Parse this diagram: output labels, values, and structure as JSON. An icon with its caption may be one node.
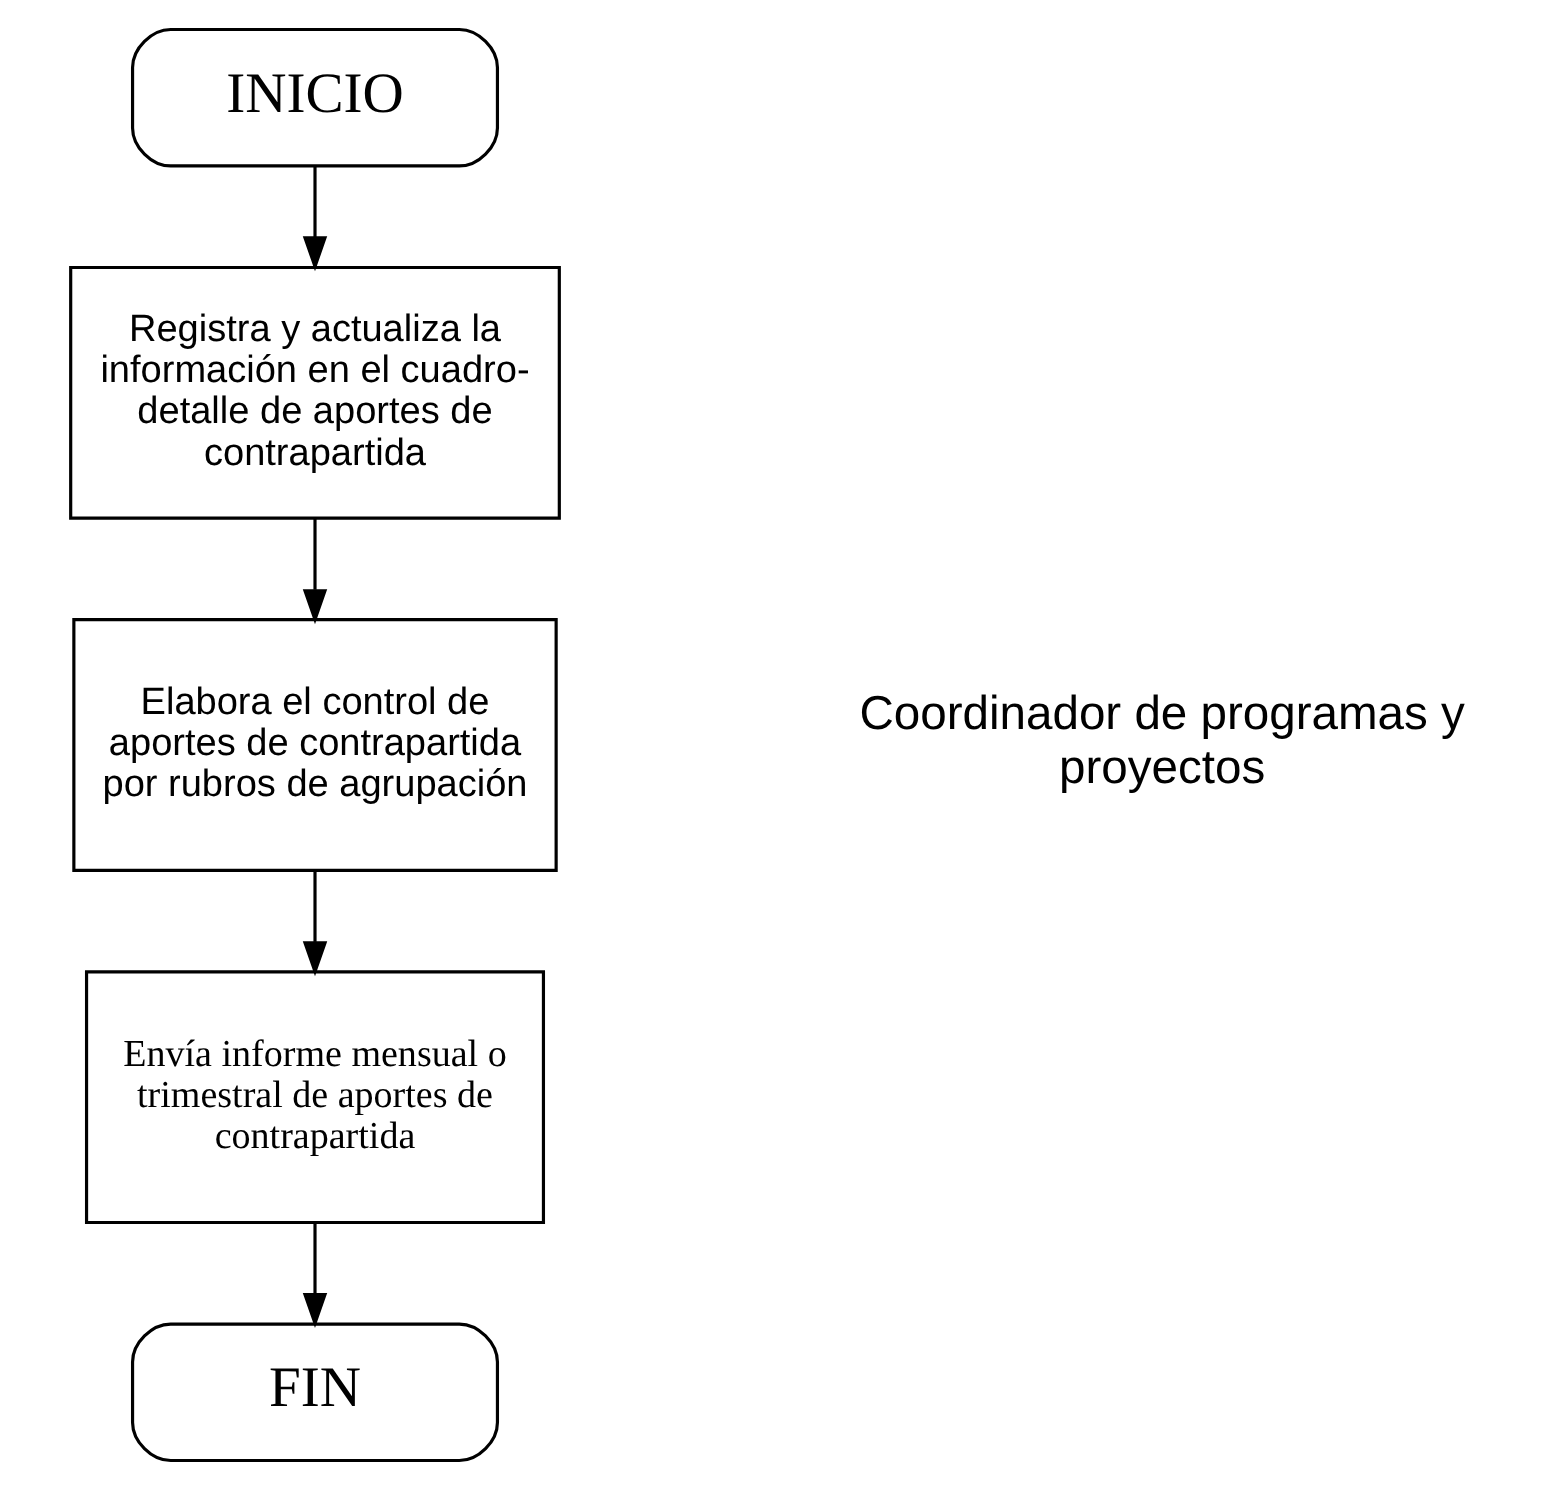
{
  "diagram": {
    "nodes": [
      {
        "text": [
          "INICIO"
        ]
      },
      {
        "text": [
          "Registra y actualiza la información en el cuadro-detalle de aportes de contrapartida"
        ]
      },
      {
        "text": [
          "Elabora el control de aportes de contrapartida por rubros de agrupación"
        ]
      },
      {
        "text": [
          "Envía informe mensual o trimestral de aportes de contrapartida"
        ]
      },
      {
        "text": [
          "FIN"
        ]
      }
    ],
    "edges": [
      {
        "from": 0,
        "to": 1,
        "arrow": "to"
      },
      {
        "from": 1,
        "to": 2,
        "arrow": "to"
      },
      {
        "from": 2,
        "to": 3,
        "arrow": "to"
      },
      {
        "from": 3,
        "to": 4,
        "arrow": "to"
      }
    ],
    "labels": [
      "Coordinador de programas y proyectos"
    ]
  }
}
